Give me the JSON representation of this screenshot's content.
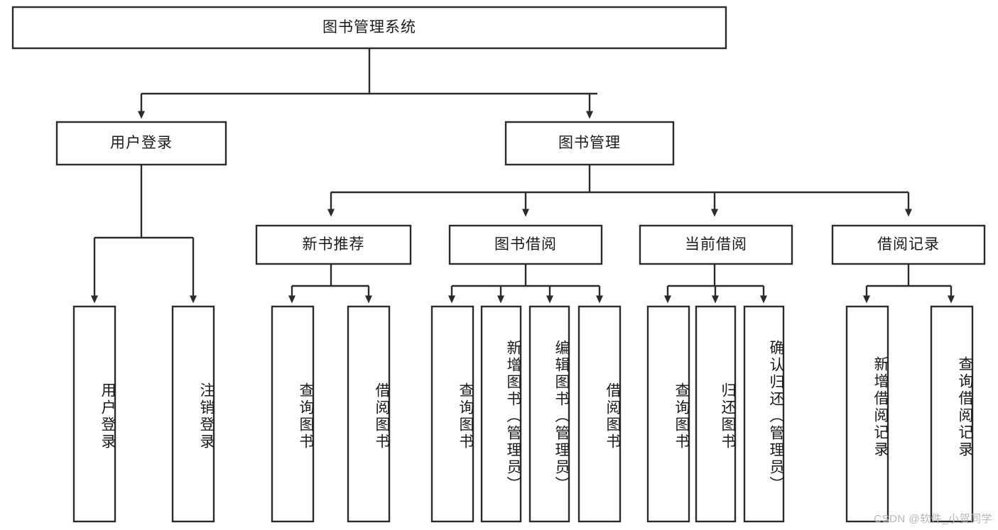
{
  "diagram": {
    "title_node": {
      "label": "图书管理系统"
    },
    "level2": [
      {
        "id": "user-login",
        "label": "用户登录"
      },
      {
        "id": "book-management",
        "label": "图书管理"
      }
    ],
    "level3": [
      {
        "id": "new-book-recommend",
        "label": "新书推荐"
      },
      {
        "id": "book-borrow",
        "label": "图书借阅"
      },
      {
        "id": "current-borrow",
        "label": "当前借阅"
      },
      {
        "id": "borrow-record",
        "label": "借阅记录"
      }
    ],
    "leaves": [
      {
        "id": "leaf-user-login",
        "label": "用户登录",
        "parent": "user-login"
      },
      {
        "id": "leaf-logout",
        "label": "注销登录",
        "parent": "user-login"
      },
      {
        "id": "leaf-query-book-1",
        "label": "查询图书",
        "parent": "new-book-recommend"
      },
      {
        "id": "leaf-borrow-book-1",
        "label": "借阅图书",
        "parent": "new-book-recommend"
      },
      {
        "id": "leaf-query-book-2",
        "label": "查询图书",
        "parent": "book-borrow"
      },
      {
        "id": "leaf-add-book",
        "label": "新增图书（管理员）",
        "parent": "book-borrow"
      },
      {
        "id": "leaf-edit-book",
        "label": "编辑图书（管理员）",
        "parent": "book-borrow"
      },
      {
        "id": "leaf-borrow-book-2",
        "label": "借阅图书",
        "parent": "book-borrow"
      },
      {
        "id": "leaf-query-book-3",
        "label": "查询图书",
        "parent": "current-borrow"
      },
      {
        "id": "leaf-return-book",
        "label": "归还图书",
        "parent": "current-borrow"
      },
      {
        "id": "leaf-confirm-return",
        "label": "确认归还（管理员）",
        "parent": "current-borrow"
      },
      {
        "id": "leaf-add-record",
        "label": "新增借阅记录",
        "parent": "borrow-record"
      },
      {
        "id": "leaf-query-record",
        "label": "查询借阅记录",
        "parent": "borrow-record"
      }
    ],
    "colors": {
      "stroke": "#2b2b2b",
      "box_fill": "#ffffff",
      "text": "#1a1a1a",
      "background": "#ffffff",
      "watermark": "#b6b6b6"
    }
  },
  "watermark": {
    "text": "CSDN @软件_小贺同学"
  }
}
